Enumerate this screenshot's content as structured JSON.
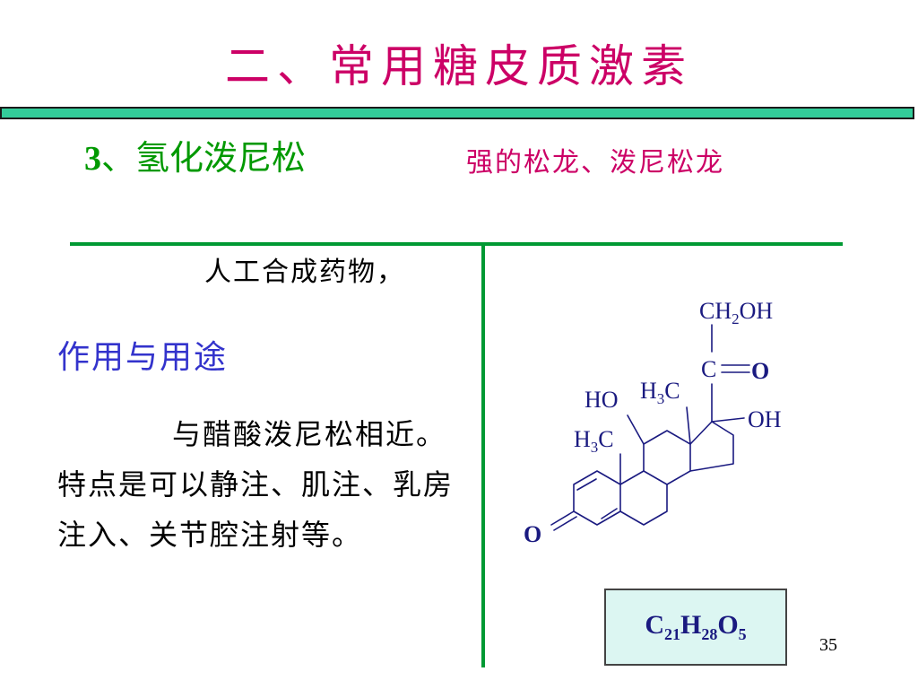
{
  "slide": {
    "title": "二、常用糖皮质激素",
    "subtitle_number": "3",
    "subtitle_text": "、氢化泼尼松",
    "alias": "强的松龙、泼尼松龙",
    "origin": "人工合成药物，",
    "section_heading": "作用与用途",
    "body": "与醋酸泼尼松相近。特点是可以静注、肌注、乳房注入、关节腔注射等。",
    "page_number": "35"
  },
  "structure": {
    "labels": {
      "ch2oh_main": "CH",
      "ch2oh_sub": "2",
      "ch2oh_tail": "OH",
      "carbonyl_c": "C",
      "carbonyl_o": "O",
      "methyl_c13_main": "H",
      "methyl_c13_sub": "3",
      "methyl_c13_tail": "C",
      "hydroxyl_11": "HO",
      "hydroxyl_17": "OH",
      "methyl_c10_main": "H",
      "methyl_c10_sub": "3",
      "methyl_c10_tail": "C",
      "ketone_o": "O"
    },
    "formula": {
      "c": "C",
      "c_count": "21",
      "h": "H",
      "h_count": "28",
      "o": "O",
      "o_count": "5"
    }
  },
  "colors": {
    "title": "#cc0066",
    "subtitle": "#009900",
    "alias": "#cc0066",
    "section_heading": "#3333cc",
    "divider": "#009933",
    "title_bar": "#33cc99",
    "structure": "#1a1a80",
    "formula_box_bg": "#dcf6f2"
  }
}
